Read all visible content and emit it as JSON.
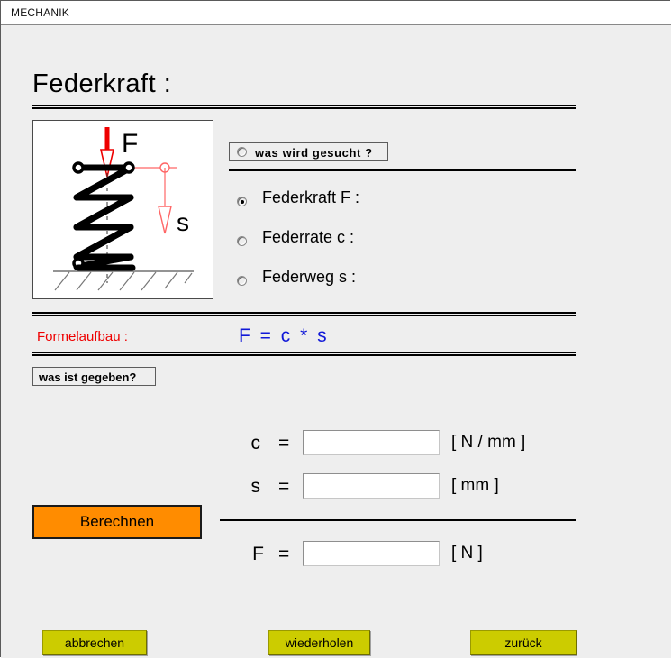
{
  "window": {
    "title": "MECHANIK"
  },
  "page": {
    "title": "Federkraft :"
  },
  "diagram": {
    "name": "spring-force-diagram",
    "force_label": "F",
    "displacement_label": "s",
    "force_color": "#ee0000",
    "displacement_color": "#ff6666",
    "spring_color": "#000000"
  },
  "question": {
    "group_label": "was  wird  gesucht ?",
    "options": [
      {
        "label": "Federkraft   F :",
        "selected": true
      },
      {
        "label": "Federrate  c :",
        "selected": false
      },
      {
        "label": "Federweg  s :",
        "selected": false
      }
    ]
  },
  "formula": {
    "label": "Formelaufbau :",
    "expression": "F =  c  *  s",
    "label_color": "#ee0000",
    "expression_color": "#1018d8"
  },
  "given": {
    "button_label": "was ist gegeben?"
  },
  "inputs": [
    {
      "var": "c",
      "eq": "=",
      "value": "",
      "unit": "[ N / mm ]"
    },
    {
      "var": "s",
      "eq": "=",
      "value": "",
      "unit": "[ mm ]"
    }
  ],
  "result": {
    "var": "F",
    "eq": "=",
    "value": "",
    "unit": "[ N ]"
  },
  "actions": {
    "calculate": {
      "label": "Berechnen",
      "color": "#ff8c00"
    },
    "cancel": {
      "label": "abbrechen"
    },
    "repeat": {
      "label": "wiederholen"
    },
    "back": {
      "label": "zurück"
    },
    "bottom_color": "#cccc00"
  }
}
